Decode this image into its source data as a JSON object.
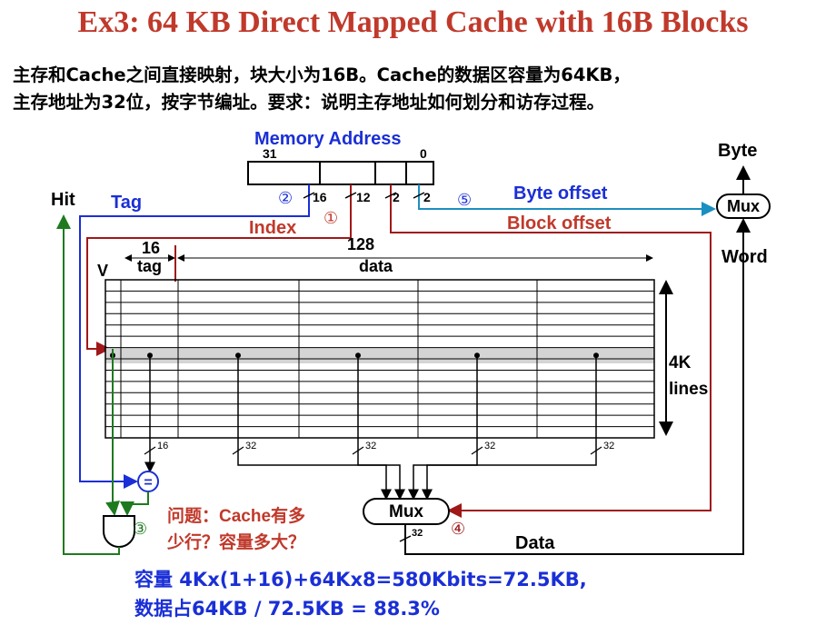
{
  "title": "Ex3: 64 KB Direct Mapped Cache with 16B Blocks",
  "description": {
    "line1": "主存和Cache之间直接映射，块大小为16B。Cache的数据区容量为64KB，",
    "line2": "主存地址为32位，按字节编址。要求：说明主存地址如何划分和访存过程。"
  },
  "address": {
    "title": "Memory Address",
    "bit_high": "31",
    "bit_low": "0",
    "field_widths": [
      "16",
      "12",
      "2",
      "2"
    ]
  },
  "labels": {
    "hit": "Hit",
    "tag": "Tag",
    "index": "Index",
    "byte": "Byte",
    "byte_offset": "Byte offset",
    "block_offset": "Block offset",
    "word": "Word",
    "mux": "Mux",
    "v": "V",
    "tag_width": "16",
    "tag_col": "tag",
    "data_width": "128",
    "data_col": "data",
    "lines": "4K\nlines",
    "lines_num": "4K",
    "lines_word": "lines",
    "data_out": "Data",
    "eq": "="
  },
  "steps": {
    "s1": "①",
    "s2": "②",
    "s3": "③",
    "s4": "④",
    "s5": "⑤"
  },
  "bus_widths": {
    "tag_bus": "16",
    "word_bus": "32",
    "out_bus": "32"
  },
  "question": {
    "line1": "问题：Cache有多",
    "line2": "少行？容量多大？"
  },
  "answer": {
    "line1": "容量 4Kx(1+16)+64Kx8=580Kbits=72.5KB,",
    "line2": "数据占64KB / 72.5KB = 88.3%"
  },
  "colors": {
    "title": "#c0392b",
    "blue": "#1a2fd6",
    "red": "#a01818",
    "green": "#1f7a1f",
    "cyan": "#1b8fc0",
    "highlight_row": "#d4d4d4"
  }
}
